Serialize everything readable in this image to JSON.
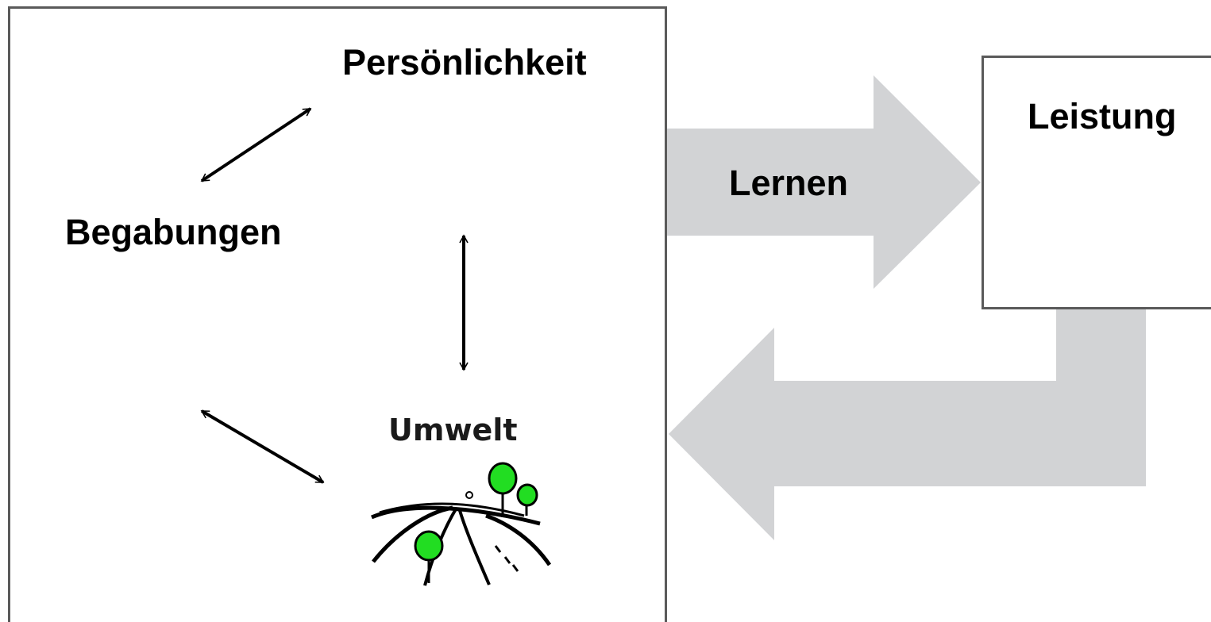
{
  "diagram": {
    "nodes": {
      "personality": "Persönlichkeit",
      "talents": "Begabungen",
      "environment": "Umwelt",
      "performance": "Leistung"
    },
    "flows": {
      "learning": "Lernen"
    }
  },
  "colors": {
    "box_border": "#5a5a5a",
    "flow_arrow": "#d2d3d5",
    "text": "#000000",
    "tree_leaf": "#22dd22"
  }
}
